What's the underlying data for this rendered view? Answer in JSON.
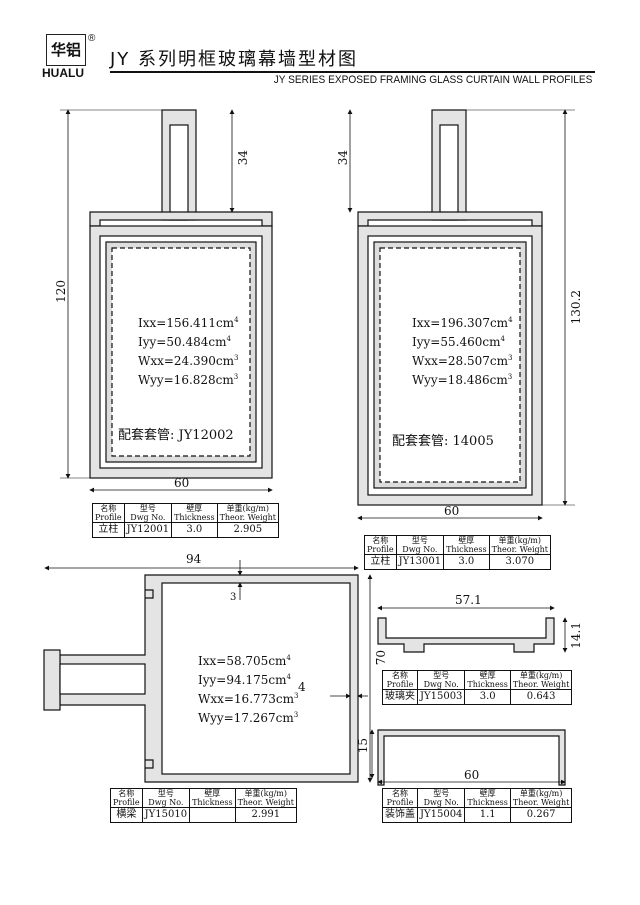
{
  "header": {
    "logo_cn": "华铝",
    "logo_en": "HUALU",
    "registered": "®",
    "title": "JY 系列明框玻璃幕墙型材图",
    "subtitle": "JY  SERIES EXPOSED FRAMING GLASS CURTAIN WALL PROFILES"
  },
  "table_headers": {
    "profile_cn": "名称",
    "profile_en": "Profile",
    "dwg_cn": "型号",
    "dwg_en": "Dwg No.",
    "thick_cn": "壁厚",
    "thick_en": "Thickness",
    "weight_cn": "单重(kg/m)",
    "weight_en": "Theor. Weight"
  },
  "profiles": [
    {
      "name": "立柱",
      "dwg": "JY12001",
      "thickness": "3.0",
      "weight": "2.905",
      "ixx": "Ixx=156.411cm",
      "iyy": "Iyy=50.484cm",
      "wxx": "Wxx=24.390cm",
      "wyy": "Wyy=16.828cm",
      "fit": "配套套管: JY12002",
      "dims": {
        "height": "120",
        "stem": "34",
        "width": "60"
      }
    },
    {
      "name": "立柱",
      "dwg": "JY13001",
      "thickness": "3.0",
      "weight": "3.070",
      "ixx": "Ixx=196.307cm",
      "iyy": "Iyy=55.460cm",
      "wxx": "Wxx=28.507cm",
      "wyy": "Wyy=18.486cm",
      "fit": "配套套管: 14005",
      "dims": {
        "height": "130.2",
        "stem": "34",
        "width": "60"
      }
    },
    {
      "name": "横梁",
      "dwg": "JY15010",
      "thickness": "",
      "weight": "2.991",
      "ixx": "Ixx=58.705cm",
      "iyy": "Iyy=94.175cm",
      "wxx": "Wxx=16.773cm",
      "wyy": "Wyy=17.267cm",
      "dims": {
        "width": "94",
        "height": "70",
        "top_wall": "3",
        "side_wall": "4"
      }
    },
    {
      "name": "玻璃夹",
      "dwg": "JY15003",
      "thickness": "3.0",
      "weight": "0.643",
      "dims": {
        "width": "57.1",
        "height": "14.1"
      }
    },
    {
      "name": "装饰盖",
      "dwg": "JY15004",
      "thickness": "1.1",
      "weight": "0.267",
      "dims": {
        "width": "60",
        "height": "15"
      }
    }
  ],
  "units": {
    "four": "4",
    "three": "3"
  }
}
